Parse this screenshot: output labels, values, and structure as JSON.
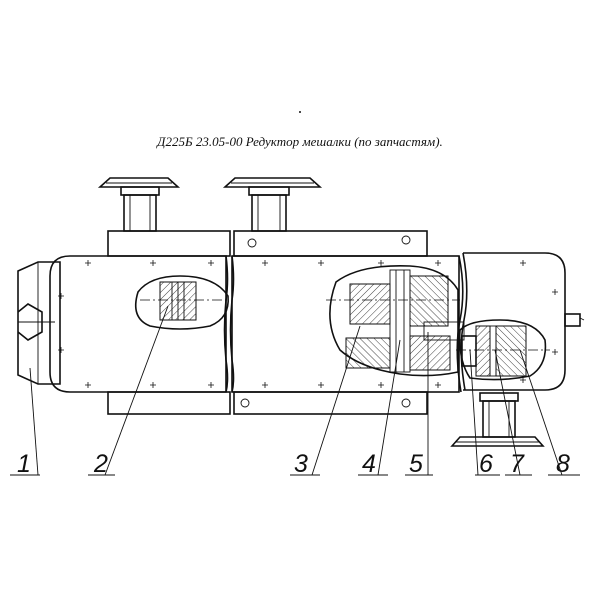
{
  "title": "Д225Б 23.05-00 Редуктор мешалки (по запчастям).",
  "labels": [
    "1",
    "2",
    "3",
    "4",
    "5",
    "6",
    "7",
    "8"
  ]
}
